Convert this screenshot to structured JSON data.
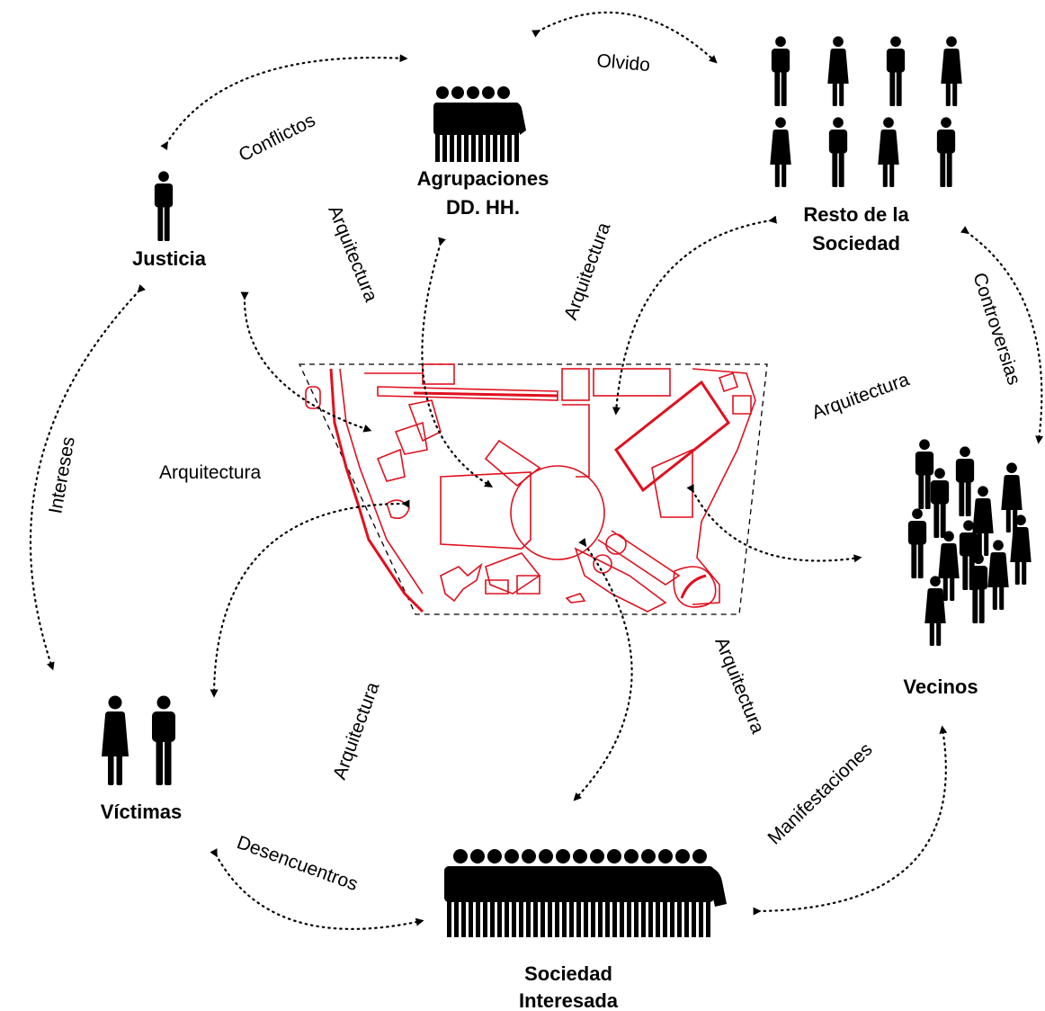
{
  "nodes": {
    "justicia": "Justicia",
    "agrupaciones_line1": "Agrupaciones",
    "agrupaciones_line2": "DD. HH.",
    "resto_line1": "Resto de la",
    "resto_line2": "Sociedad",
    "vecinos": "Vecinos",
    "victimas": "Víctimas",
    "sociedad_line1": "Sociedad",
    "sociedad_line2": "Interesada"
  },
  "relations": {
    "conflictos": "Conflictos",
    "olvido": "Olvido",
    "controversias": "Controversias",
    "intereses": "Intereses",
    "desencuentros": "Desencuentros",
    "manifestaciones": "Manifestaciones"
  },
  "architecture_labels": {
    "a1": "Arquitectura",
    "a2": "Arquitectura",
    "a3": "Arquitectura",
    "a4": "Arquitectura",
    "a5": "Arquitectura",
    "a6": "Arquitectura"
  },
  "colors": {
    "plan": "#e0101e",
    "figures": "#000000"
  }
}
